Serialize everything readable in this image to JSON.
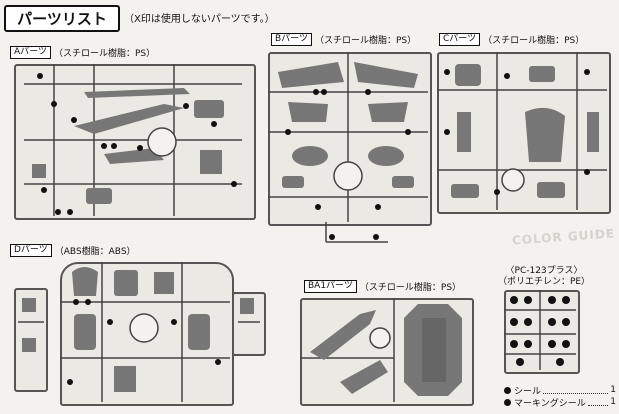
{
  "header": {
    "title": "パーツリスト",
    "note": "（X印は使用しないパーツです。）"
  },
  "runners": {
    "a": {
      "name": "Aパーツ",
      "material": "（スチロール樹脂：PS）"
    },
    "b": {
      "name": "Bパーツ",
      "material": "（スチロール樹脂：PS）"
    },
    "c": {
      "name": "Cパーツ",
      "material": "（スチロール樹脂：PS）"
    },
    "d": {
      "name": "Dパーツ",
      "material": "（ABS樹脂：ABS）"
    },
    "ba1": {
      "name": "BA1パーツ",
      "material": "（スチロール樹脂：PS）"
    }
  },
  "pc_runner": {
    "line1": "〈PC-123プラス〉",
    "line2": "（ポリエチレン：PE）"
  },
  "background_text": "COLOR GUIDE",
  "legend": [
    {
      "label": "シール",
      "count": "1"
    },
    {
      "label": "マーキングシール",
      "count": "1"
    }
  ]
}
